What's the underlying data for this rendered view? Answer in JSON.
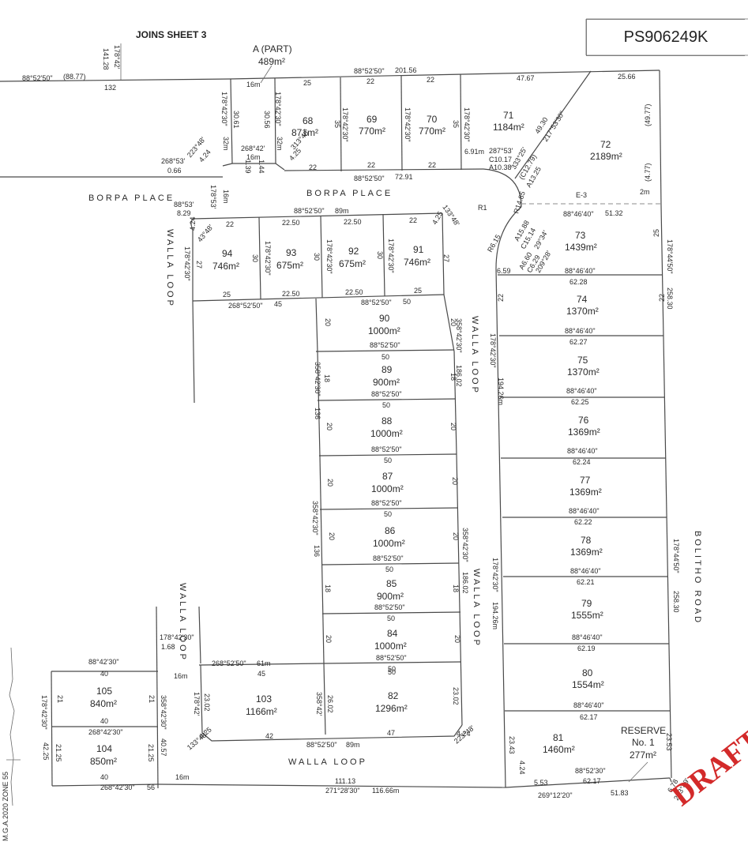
{
  "plan_number": "PS906249K",
  "joins_sheet": "JOINS SHEET 3",
  "draft_stamp": "DRAFT",
  "datum_note": "M.G.A.2020 ZONE 55",
  "parent_lot": {
    "label": "A (PART)",
    "area": "489m²"
  },
  "roads": {
    "borpa": "BORPA PLACE",
    "borpa_left": "BORPA PLACE",
    "walla_left": "WALLA LOOP",
    "walla_right1": "WALLA LOOP",
    "walla_right2": "WALLA LOOP",
    "walla_left2": "WALLA LOOP",
    "walla_bottom": "WALLA LOOP",
    "bolitho": "BOLITHO ROAD"
  },
  "reserve": {
    "name": "RESERVE",
    "number": "No. 1",
    "area": "277m²"
  },
  "lots": [
    {
      "number": "68",
      "area": "871m²"
    },
    {
      "number": "69",
      "area": "770m²"
    },
    {
      "number": "70",
      "area": "770m²"
    },
    {
      "number": "71",
      "area": "1184m²"
    },
    {
      "number": "72",
      "area": "2189m²"
    },
    {
      "number": "73",
      "area": "1439m²"
    },
    {
      "number": "74",
      "area": "1370m²"
    },
    {
      "number": "75",
      "area": "1370m²"
    },
    {
      "number": "76",
      "area": "1369m²"
    },
    {
      "number": "77",
      "area": "1369m²"
    },
    {
      "number": "78",
      "area": "1369m²"
    },
    {
      "number": "79",
      "area": "1555m²"
    },
    {
      "number": "80",
      "area": "1554m²"
    },
    {
      "number": "81",
      "area": "1460m²"
    },
    {
      "number": "82",
      "area": "1296m²"
    },
    {
      "number": "84",
      "area": "1000m²"
    },
    {
      "number": "85",
      "area": "900m²"
    },
    {
      "number": "86",
      "area": "1000m²"
    },
    {
      "number": "87",
      "area": "1000m²"
    },
    {
      "number": "88",
      "area": "1000m²"
    },
    {
      "number": "89",
      "area": "900m²"
    },
    {
      "number": "90",
      "area": "1000m²"
    },
    {
      "number": "91",
      "area": "746m²"
    },
    {
      "number": "92",
      "area": "675m²"
    },
    {
      "number": "93",
      "area": "675m²"
    },
    {
      "number": "94",
      "area": "746m²"
    },
    {
      "number": "103",
      "area": "1166m²"
    },
    {
      "number": "104",
      "area": "850m²"
    },
    {
      "number": "105",
      "area": "840m²"
    }
  ],
  "dims": [
    "88°52'50\"",
    "(88.77)",
    "132",
    "178°42'",
    "141.28",
    "16m",
    "25",
    "22",
    "22",
    "88°52'50\"",
    "201.56",
    "47.67",
    "25.66",
    "178°42'30\"",
    "30.61",
    "178°42'30\"",
    "30.56",
    "32m",
    "32m",
    "178°42'30\"",
    "35",
    "178°42'30\"",
    "35",
    "178°42'30\"",
    "49.30",
    "217°53'30\"",
    "(49.77)",
    "268°42'",
    "16m",
    "313°48'",
    "4.25",
    "22",
    "1.39",
    "1.44",
    "223°48'",
    "4.24",
    "268°53'",
    "0.66",
    "88°52'50\"",
    "72.91",
    "22",
    "22",
    "6.91m",
    "287°53'",
    "C10.17",
    "A10.38",
    "333°25'",
    "(C12.79)",
    "A13.25",
    "(4.77)",
    "178°53'",
    "16m",
    "88°53'",
    "8.29",
    "88°52'50\"",
    "89m",
    "133°48'",
    "4.25",
    "R14.85",
    "R1",
    "E-3",
    "2m",
    "88°46'40\"",
    "51.32",
    "A15.88",
    "C15.14",
    "29°34'",
    "25",
    "178°44'50\"",
    "4.24",
    "43°48'",
    "22",
    "22.50",
    "22.50",
    "22",
    "27",
    "178°42'30\"",
    "30",
    "178°42'30\"",
    "30",
    "178°42'30\"",
    "30",
    "178°42'30\"",
    "27",
    "A6.60",
    "C6.29",
    "209°28'",
    "R6.15",
    "6.59",
    "25",
    "22.50",
    "22.50",
    "25",
    "268°52'50\"",
    "45",
    "88°52'50\"",
    "50",
    "88°46'40\"",
    "62.28",
    "22",
    "22",
    "258.30",
    "20",
    "20",
    "358°42'30\"",
    "88°52'50\"",
    "50",
    "88°46'40\"",
    "62.27",
    "178°42'30\"",
    "194.26m",
    "186.02",
    "358°42'30\"",
    "18",
    "18",
    "136",
    "88°52'50\"",
    "50",
    "88°46'40\"",
    "62.25",
    "20",
    "20",
    "88°52'50\"",
    "50",
    "88°46'40\"",
    "62.24",
    "20",
    "20",
    "88°52'50\"",
    "50",
    "358°42'30\"",
    "136",
    "20",
    "20",
    "358°42'30\"",
    "186.02",
    "88°52'50\"",
    "50",
    "88°46'40\"",
    "62.22",
    "18",
    "18",
    "88°52'50\"",
    "50",
    "88°46'40\"",
    "62.21",
    "178°42'30\"",
    "194.26m",
    "178°44'50\"",
    "258.30",
    "20",
    "20",
    "88°52'50\"",
    "50",
    "88°46'40\"",
    "62.19",
    "88°42'30\"",
    "268°52'50\"",
    "61m",
    "45",
    "50",
    "40",
    "16m",
    "21",
    "21",
    "178°42'30\"",
    "358°42'30\"",
    "178°42'",
    "23.02",
    "358°42'",
    "26.02",
    "23.02",
    "88°46'40\"",
    "62.17",
    "40",
    "268°42'30\"",
    "42",
    "88°52'50\"",
    "89m",
    "47",
    "4.24",
    "223°48'",
    "133°48'",
    "4.25",
    "42.25",
    "21.25",
    "21.25",
    "40.57",
    "23.43",
    "4.24",
    "23.53",
    "40",
    "268°42'30\"",
    "56",
    "16m",
    "111.13",
    "271°28'30\"",
    "116.66m",
    "88°52'30\"",
    "62.17",
    "5.53",
    "269°12'20\"",
    "51.83",
    "6.78",
    "223°49'",
    "1.68",
    "178°42'30\""
  ]
}
